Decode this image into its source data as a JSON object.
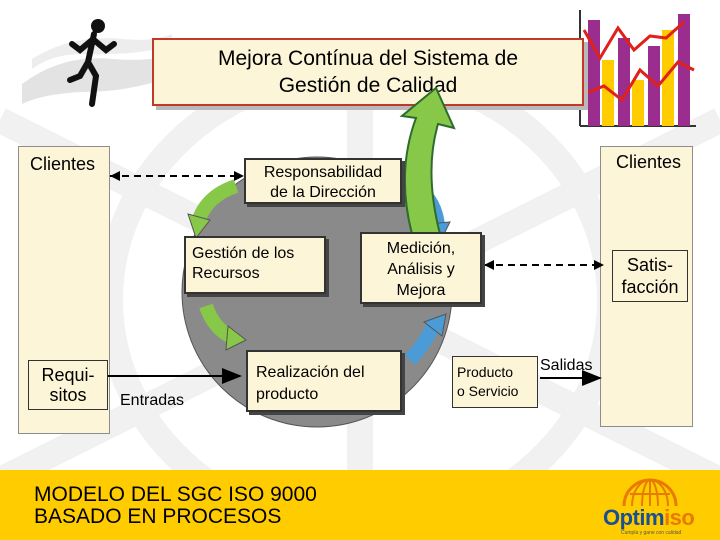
{
  "title": {
    "line1": "Mejora Contínua del Sistema de",
    "line2": "Gestión de Calidad"
  },
  "left_panel": {
    "clientes": "Clientes",
    "requisitos_line1": "Requi-",
    "requisitos_line2": "sitos"
  },
  "right_panel": {
    "clientes": "Clientes",
    "satisfaccion_line1": "Satis-",
    "satisfaccion_line2": "facción"
  },
  "boxes": {
    "responsabilidad": {
      "line1": "Responsabilidad",
      "line2": "de la Dirección"
    },
    "gestion": {
      "line1": "Gestión de los",
      "line2": "Recursos"
    },
    "medicion": {
      "line1": "Medición,",
      "line2": "Análisis y",
      "line3": "Mejora"
    },
    "realizacion": {
      "line1": "Realización del",
      "line2": "producto"
    },
    "producto": {
      "line1": "Producto",
      "line2": "o Servicio"
    }
  },
  "labels": {
    "entradas": "Entradas",
    "salidas": "Salidas"
  },
  "footer": {
    "line1": "MODELO DEL SGC ISO 9000",
    "line2": "BASADO EN PROCESOS"
  },
  "logo": {
    "word_main": "Optim",
    "word_accent": "iso",
    "tagline": "Cumpla y gane con calidad"
  },
  "colors": {
    "panel_fill": "#fdf5d8",
    "footer": "#ffcc00",
    "circle": "#8a8a8a",
    "arrow_green": "#88c848",
    "arrow_blue": "#4a9bd6",
    "title_border": "#c0392b",
    "logo_blue": "#1a4f92",
    "logo_orange": "#e97a00"
  },
  "icons": [
    "runner-icon",
    "bar-chart-icon",
    "globe-icon"
  ]
}
